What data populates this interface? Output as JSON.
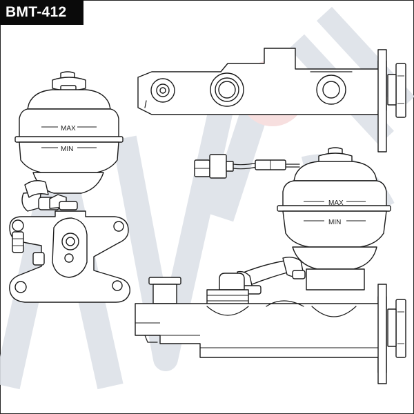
{
  "part_code": "BMT-412",
  "labels": {
    "left_max": "MAX",
    "left_min": "MIN",
    "right_max": "MAX",
    "right_min": "MIN"
  },
  "colors": {
    "tag_background": "#0a0a0a",
    "tag_text": "#ffffff",
    "line": "#1a1a1a",
    "watermark": "#dde1e8",
    "watermark_accent": "#f7dcdc"
  },
  "icons": {
    "watermark": "brand-watermark-logo"
  }
}
